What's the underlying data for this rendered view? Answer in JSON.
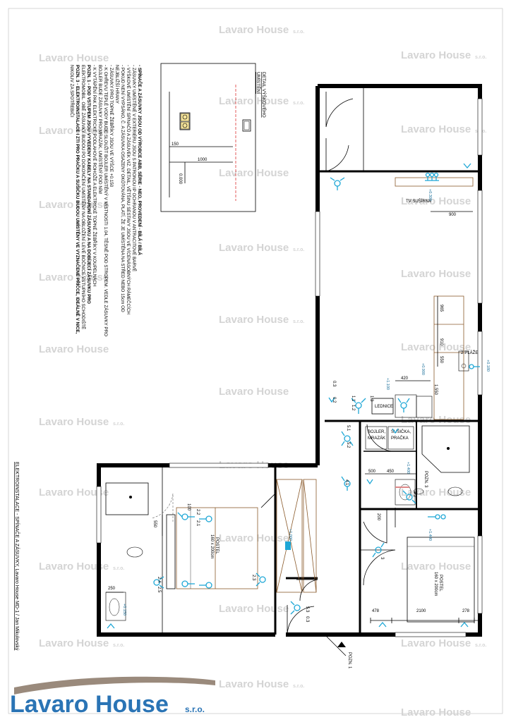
{
  "title_block": {
    "caption": "ELEKTROINSTALACE - SPÍNAČE A ZÁSUVKY, Lavaro House MD-1 / Jan Mikulovský"
  },
  "watermark": {
    "text": "Lavaro House",
    "suffix": "s.r.o."
  },
  "logo": {
    "text": "Lavaro House",
    "suffix": "s.r.o."
  },
  "notes": [
    "- SPÍNAČE A ZÁSUVKY JSOU OD VÝROBCE ABB, SÉRIE - NEO, PROVEDENÍ - BÍLÁ / BÍLÁ",
    "- ZÁSUVKY UMÍSTĚNÉ V EXTERIÉRU JSOU S PATRONOU IP OCHRANOU V ANTRACITOVÉ BARVĚ",
    "- VÝŠKOVÉ UMÍSTĚNÍ SPÍNAČŮ A ZÁSUVEK VIZ. DETAIL, VĚTŠINU SESTAVY JSOU VE VÍCENÁSOBNÝCH RÁMEČCÍCH",
    "- POKUD NENÍ VYPSÁNO, Č. A ZÁSUVKA OSAZENY OKÓTOVÁNA, PLATÍ, ŽE JE UMÍSTĚNA NA STŘED NEBO 15cm OD",
    "  NEJBLIŽŠÍ HRANY",
    "- ZÁSUVKY PRO TOPNÉ ŽEBŘÍKY JSOU VE VÝŠCE +0.150",
    "- K OHŘEVU TEPLÉ VODY BUDE SLOUŽIT BOJLER UMÍSTĚNÝ V MÍSTNOSTI 1.04, TĚSNĚ POD STROPEM. VEDLE ZÁSUVKY PRO",
    "  BOJLER BUDE ZÁSUVKY PRO MRAZÁK, UMÍSTĚNÝ POD NÍM",
    "- K VYTÁPĚNÍ PAK ELEKTRICKÉ PODLAHOVÉ ROHOŽE A ELEKTRICKÉ TOPNÉ ŽEBŘÍKY V KOUPELNÁCH",
    "POZN. 1 - POD VSTUPEM JSOU VYVEDENY KABELY NA STANDARDNÍ ZÁSUVKU A NA DOBÍJECÍ ZÁSUVKU PRO",
    "ELEKTROMOBIL. OBĚ ZÁSUVKY BUDOU PO DOKONČENÍ UMÍSTĚNY NA OBLOŽENÍ LEVÉ BOČNICE VSTUPNÍHO SCHODIŠTĚ",
    "POZN. 3 - ELEKTROINSTALACE I ZTI PRO PRAČKU A SUŠIČKU BUDOU UMÍSTĚNY VE VYZNAČENÉ PŘÍČCE, IDEÁLNĚ V NICE,",
    "NIKOLIV ZA SPOTŘEBIČI"
  ],
  "detail": {
    "title": "DETAIL VÝŠKOVÉHO",
    "subtitle": "UMÍSTĚNÍ",
    "dim_150": "150",
    "dim_1000": "1000",
    "dim_0000": "0.000"
  },
  "rooms": {
    "tv": "TV SUŠÍRNA",
    "lednice": "LEDNICE",
    "bojler": "BOJLER,",
    "mrazak": "MRAZÁK",
    "susicka": "SUŠIČKA,",
    "pracka": "PRAČKA",
    "postel1_a": "POSTEL",
    "postel1_b": "160 x 200cm",
    "postel2_a": "POSTEL",
    "postel2_b": "160 x 200cm",
    "plaze": "2-PLÁŽE"
  },
  "notes_plan": {
    "pozn3": "POZN. 3",
    "pozn1": "POZN. 1"
  },
  "dims": {
    "d900": "900",
    "d965": "965",
    "d910": "910",
    "d550a": "550",
    "d420": "420",
    "d1550": "1.550",
    "d500": "500",
    "d450": "450",
    "d200": "200",
    "d478": "478",
    "d2100": "2100",
    "d278": "278",
    "d550b": "550",
    "d250": "250",
    "d100": "100"
  },
  "heights": {
    "h1": "+0.300",
    "h2": "+0.900",
    "h3": "+1.100",
    "h4": "+0.180",
    "h5": "+1.400",
    "h6": "+1.000",
    "h7": "+1.400",
    "h8": "+0.150"
  },
  "circuits": {
    "c1": "1.1",
    "c2": "1.2",
    "c3": "1.3",
    "c4": "0.3",
    "c5": "0.2",
    "c6": "5.1",
    "c7": "5.2",
    "c8": "4.1",
    "c9": "4.2",
    "c10": "3",
    "c11": "2.2",
    "c12": "2.1",
    "c13": "2.3",
    "c14": "2.4",
    "c15": "2.5",
    "c16": "5.3",
    "c17": "0.3"
  },
  "colors": {
    "socket": "#1ea7d6",
    "wall": "#000000",
    "watermark": "#d4d4d4",
    "logo": "#2a74b5"
  }
}
